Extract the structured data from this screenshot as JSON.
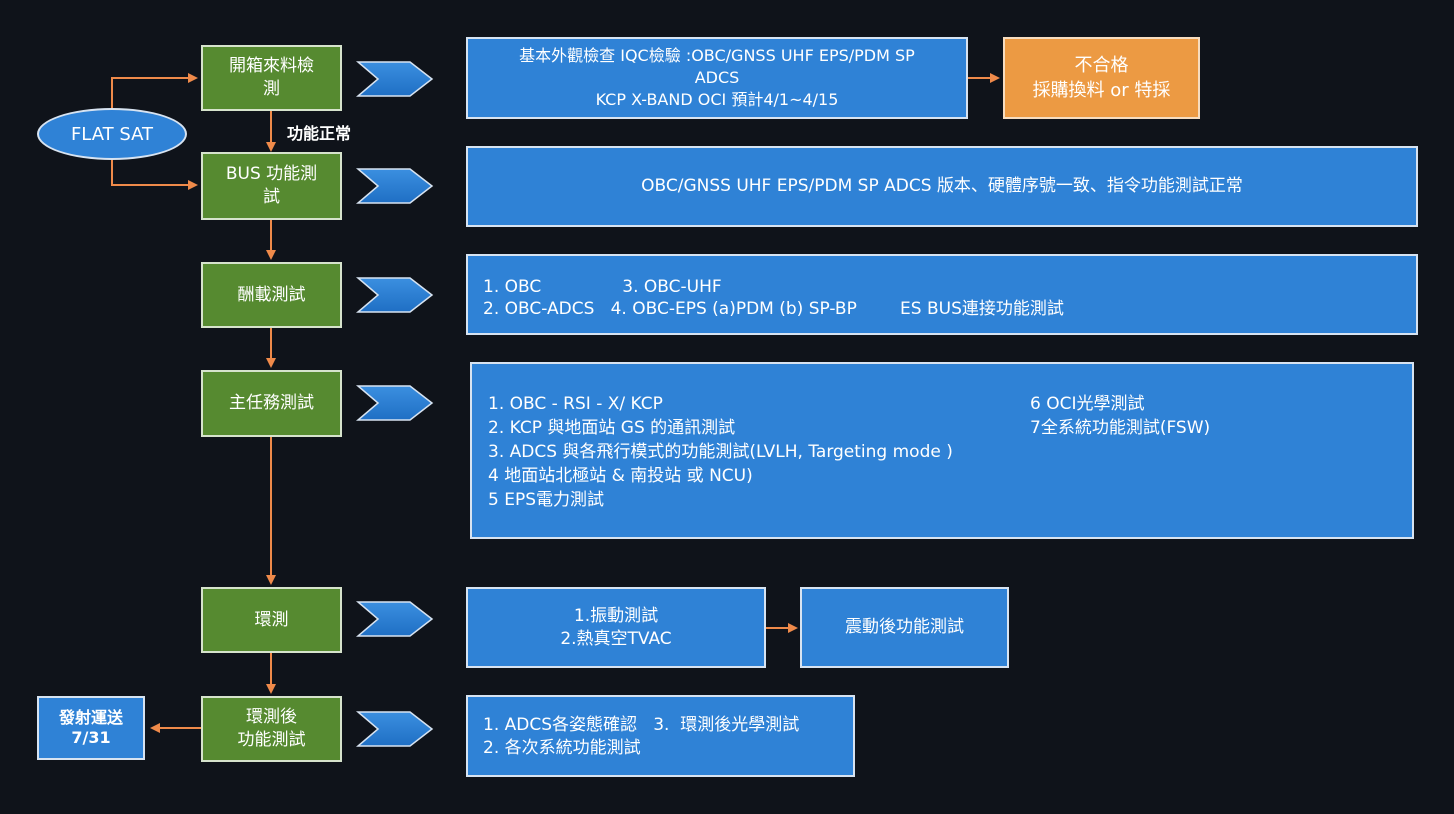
{
  "start": "FLAT SAT",
  "end": "發射運送\n7/31",
  "edge_label_ok": "功能正常",
  "stages": [
    {
      "label": "開箱來料檢\n測"
    },
    {
      "label": "BUS 功能測\n試"
    },
    {
      "label": "酬載測試"
    },
    {
      "label": "主任務測試"
    },
    {
      "label": "環測"
    },
    {
      "label": "環測後\n功能測試"
    }
  ],
  "details": {
    "incoming": "基本外觀檢查 IQC檢驗 :OBC/GNSS UHF EPS/PDM SP\nADCS\nKCP X-BAND OCI   預計4/1~4/15",
    "reject": "不合格\n採購換料 or 特採",
    "bus": "OBC/GNSS UHF EPS/PDM SP ADCS 版本、硬體序號一致、指令功能測試正常",
    "payload": "1. OBC               3. OBC-UHF\n2. OBC-ADCS   4. OBC-EPS (a)PDM (b) SP-BP        ES BUS連接功能測試",
    "mission_left": "1. OBC - RSI - X/ KCP\n2. KCP 與地面站 GS 的通訊測試\n3. ADCS 與各飛行模式的功能測試(LVLH, Targeting mode )\n4 地面站北極站 & 南投站 或 NCU)\n5 EPS電力測試",
    "mission_right": "6 OCI光學測試\n7全系統功能測試(FSW)",
    "env": "1.振動測試\n2.熱真空TVAC",
    "post_vib": "震動後功能測試",
    "post_env": "1. ADCS各姿態確認   3.  環測後光學測試\n2. 各次系統功能測試"
  },
  "colors": {
    "background": "#0f131a",
    "process": "#568a30",
    "detail": "#2f82d6",
    "reject": "#ec9a43",
    "connector": "#ef8a4a"
  }
}
